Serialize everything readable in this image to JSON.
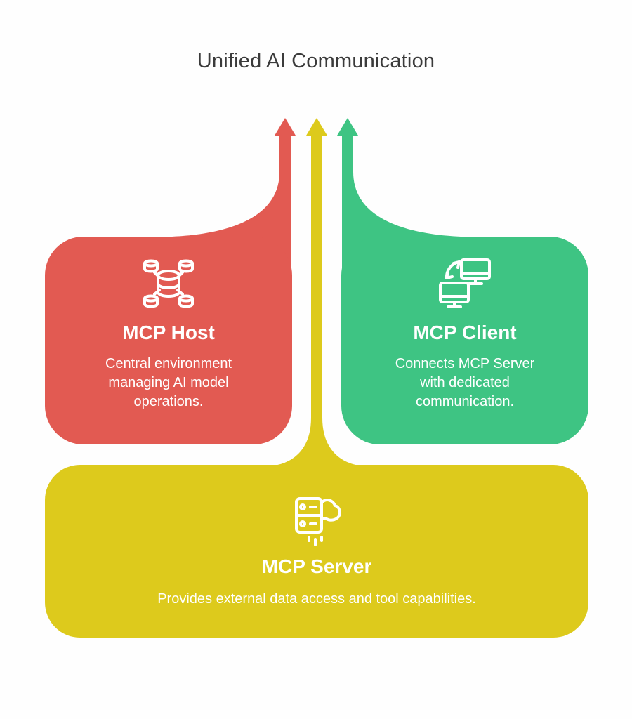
{
  "title": "Unified AI Communication",
  "colors": {
    "host": "#E25A52",
    "client": "#3EC483",
    "server": "#DDCA1C",
    "title_text": "#3B3B3B",
    "card_text": "#FFFFFF",
    "background": "#FEFEFE"
  },
  "cards": [
    {
      "id": "host",
      "label": "MCP Host",
      "icon": "database-cluster-icon",
      "body_lines": [
        "Central environment",
        "managing AI model",
        "operations."
      ]
    },
    {
      "id": "client",
      "label": "MCP Client",
      "icon": "synced-computers-icon",
      "body_lines": [
        "Connects MCP Server",
        "with dedicated",
        "communication."
      ]
    },
    {
      "id": "server",
      "label": "MCP Server",
      "icon": "cloud-server-icon",
      "body_lines": [
        "Provides external data access and tool capabilities."
      ]
    }
  ]
}
